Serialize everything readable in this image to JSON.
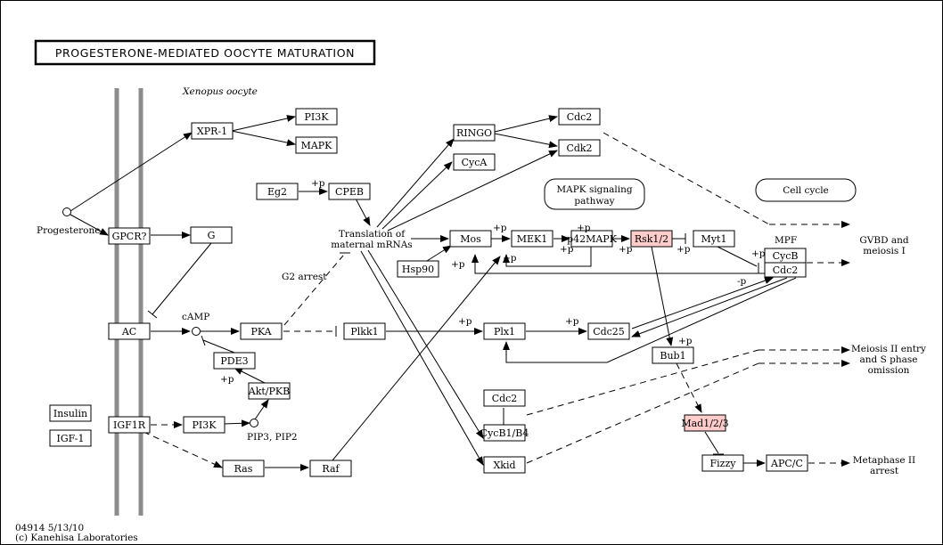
{
  "title": "PROGESTERONE-MEDIATED OOCYTE MATURATION",
  "species_label": "Xenopus oocyte",
  "footer": {
    "map_id": "04914 5/13/10",
    "copyright": "(c) Kanehisa Laboratories"
  },
  "nodes": {
    "xpr1": "XPR-1",
    "pi3k_top": "PI3K",
    "mapk_top": "MAPK",
    "gpcr": "GPCR?",
    "g": "G",
    "ac": "AC",
    "pka": "PKA",
    "pde3": "PDE3",
    "akt": "Akt/PKB",
    "insulin": "Insulin",
    "igf1": "IGF-1",
    "igf1r": "IGF1R",
    "pi3k_bottom": "PI3K",
    "ras": "Ras",
    "raf": "Raf",
    "eg2": "Eg2",
    "cpeb": "CPEB",
    "ringo": "RINGO",
    "cyca": "CycA",
    "cdc2_top": "Cdc2",
    "cdk2": "Cdk2",
    "mos": "Mos",
    "hsp90": "Hsp90",
    "mek1": "MEK1",
    "p42mapk": "p42MAPK",
    "rsk12": "Rsk1/2",
    "myt1": "Myt1",
    "cycb": "CycB",
    "cdc2_mpf": "Cdc2",
    "plkk1": "Plkk1",
    "plx1": "Plx1",
    "cdc25": "Cdc25",
    "bub1": "Bub1",
    "cdc2_mid": "Cdc2",
    "cycb1b4": "CycB1/B4",
    "xkid": "Xkid",
    "mad123": "Mad1/2/3",
    "fizzy": "Fizzy",
    "apcc": "APC/C"
  },
  "pathway_links": {
    "mapk_signaling": [
      "MAPK signaling",
      "pathway"
    ],
    "cell_cycle": "Cell cycle"
  },
  "compounds": {
    "progesterone": "Progesterone",
    "camp": "cAMP",
    "pip": "PIP3, PIP2"
  },
  "labels": {
    "translation": [
      "Translation of",
      "maternal mRNAs"
    ],
    "g2_arrest": "G2 arrest",
    "mpf": "MPF",
    "gvbd": [
      "GVBD and",
      "meiosis I"
    ],
    "meiosis2": [
      "Meiosis II entry",
      "and S phase",
      "omission"
    ],
    "metaphase2": [
      "Metaphase II",
      "arrest"
    ]
  },
  "modifiers": {
    "plus_p": "+p",
    "minus_p": "-p"
  },
  "colors": {
    "highlight": "#ffcccc",
    "membrane": "#8c8c8c"
  }
}
